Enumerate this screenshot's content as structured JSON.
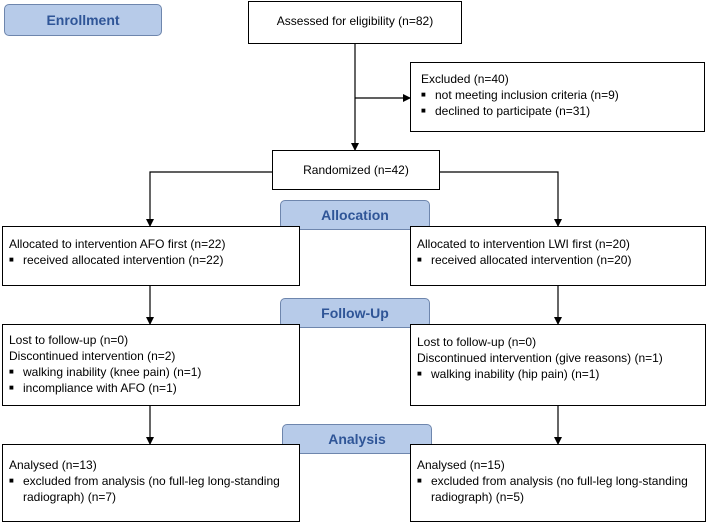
{
  "stages": {
    "enrollment": "Enrollment",
    "allocation": "Allocation",
    "follow_up": "Follow-Up",
    "analysis": "Analysis"
  },
  "bullet_glyph": "■",
  "assessed": "Assessed for eligibility (n=82)",
  "excluded": {
    "title": "Excluded  (n=40)",
    "items": [
      "not meeting inclusion criteria (n=9)",
      "declined to participate (n=31)"
    ]
  },
  "randomized": "Randomized (n=42)",
  "left": {
    "allocation": {
      "title": "Allocated to intervention AFO first (n=22)",
      "items": [
        "received allocated intervention (n=22)"
      ]
    },
    "follow_up": {
      "lines": [
        "Lost to follow-up (n=0)",
        "Discontinued intervention (n=2)"
      ],
      "items": [
        "walking inability (knee pain) (n=1)",
        "incompliance with AFO (n=1)"
      ]
    },
    "analysis": {
      "title": "Analysed (n=13)",
      "items": [
        "excluded from analysis (no full-leg long-standing radiograph) (n=7)"
      ]
    }
  },
  "right": {
    "allocation": {
      "title": "Allocated to intervention LWI first (n=20)",
      "items": [
        "received allocated intervention (n=20)"
      ]
    },
    "follow_up": {
      "lines": [
        "Lost to follow-up (n=0)",
        "Discontinued intervention (give reasons) (n=1)"
      ],
      "items": [
        "walking inability (hip pain) (n=1)"
      ]
    },
    "analysis": {
      "title": "Analysed (n=15)",
      "items": [
        "excluded from analysis (no full-leg long-standing radiograph) (n=5)"
      ]
    }
  }
}
